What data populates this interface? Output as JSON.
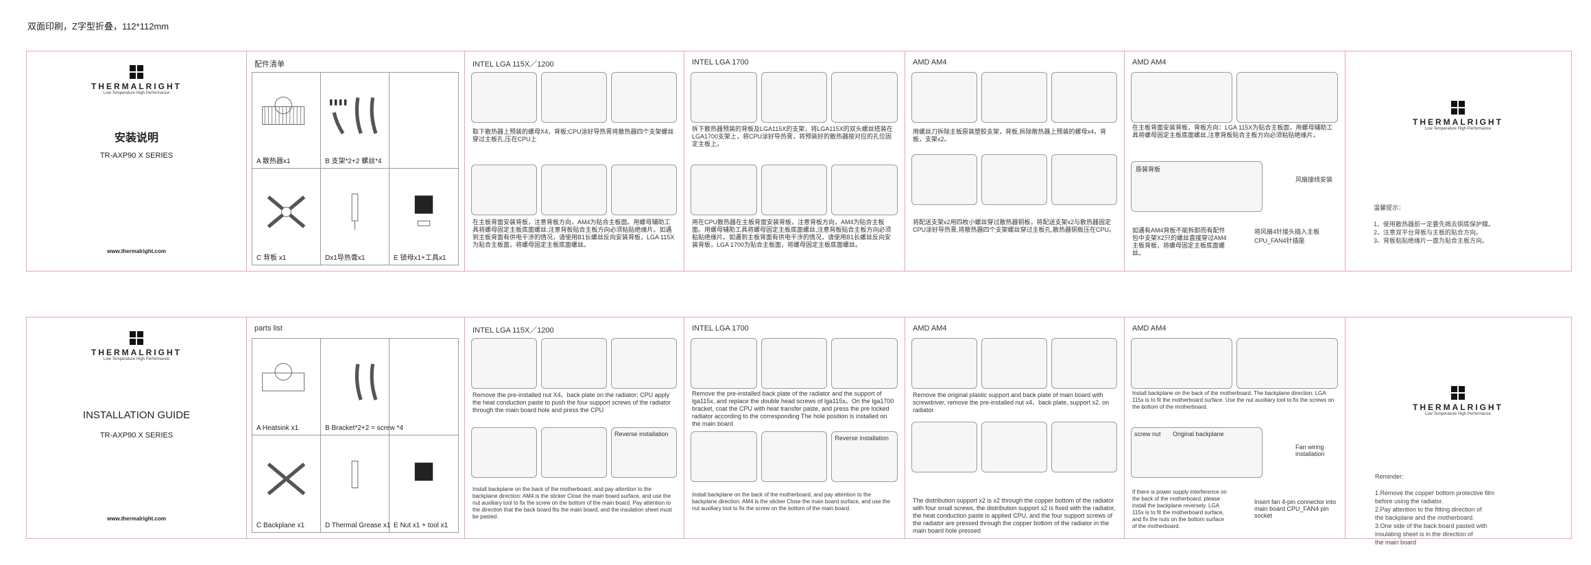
{
  "header_note": "双面印刷，Z字型折叠，112*112mm",
  "brand": {
    "word": "THERMALRIGHT",
    "tagline": "Low Temperature High Performance",
    "site": "www.thermalright.com"
  },
  "top": {
    "title": "安装说明",
    "series": "TR-AXP90 X SERIES",
    "parts_title": "配件清单",
    "parts": [
      "A  散热器x1",
      "B  支架*2+2  螺丝*4",
      "C  背板 x1",
      "Dx1导热膏x1",
      "E 锁母x1+工具x1"
    ],
    "intel115": {
      "title": "INTEL LGA 115X／1200",
      "text1": "取下散热器上预装的螺母X4，背板;CPU涂好导热膏将散热器四个支架螺丝穿过主板孔,压在CPU上",
      "text2": "在主板背面安装背板，注意背板方向，AM4为贴合主板面。用螺母辅助工具将螺母固定主板底面螺丝,注意背板贴合主板方向必须粘贴绝缘片。如遇到主板背面有供电干涉的情况，请使用B1长螺丝反向安装背板，LGA 115X为贴合主板面，将螺母固定主板底面螺丝。"
    },
    "intel1700": {
      "title": "INTEL LGA 1700",
      "text1": "拆下散热器预装的背板及LGA115X的支架，将LGA115X的双头螺丝搭装在LGA1700支架上，将CPU涂好导热膏，将预装好的散热器按对应的孔位固定主板上。",
      "text2": "用在CPU散热器在主板背面安装背板，注意背板方向，AM4为贴合主板面。用螺母辅助工具将螺母固定主板底面螺丝,注意背板贴合主板方向必须粘贴绝缘片。如遇到主板背面有供电干涉的情况，请使用B1长螺丝反向安装背板，LGA 1700为贴合主板面，将螺母固定主板底面螺丝。"
    },
    "am4a": {
      "title": "AMD AM4",
      "text1": "用螺丝刀拆除主板原装塑胶支架，背板,拆除散热器上预装的螺母x4，背板，支架x2。",
      "text2": "将配送支架x2用四枚小螺丝穿过散热器铜板，将配送支架x2与散热器固定CPU涂好导热膏,将散热器四个支架螺丝穿过主板孔,散热器铜板压在CPU。"
    },
    "am4b": {
      "title": "AMD AM4",
      "text1": "在主板背面安装背板，背板方向：LGA 115X为贴合主板面，用螺母辅助工具将螺母固定主板底面螺丝,注意背板贴合主板方向必须粘贴绝缘片。",
      "text2": "如遇有AM4背板不能拆卸而有配件包中支架X2只的螺丝直接穿过AM4主板背板，将螺母固定主板底面螺丝。",
      "fan": "将风扇4针接头插入主板CPU_FAN4针插座",
      "fan_label": "风扇接线安装",
      "orig_backplate": "原装背板"
    },
    "warm": {
      "heading": "温馨提示：",
      "items": "1、使用散热器前一定要先揭去铜底保护膜。\n2、注意双平台背板与主板的贴合方向。\n3、背板粘贴绝缘片一面为贴合主板方向。"
    }
  },
  "bottom": {
    "title": "INSTALLATION GUIDE",
    "series": "TR-AXP90 X SERIES",
    "parts_title": "parts list",
    "parts": [
      "A  Heatsink x1",
      "B  Bracket*2+2 = screw *4",
      "C  Backplane x1",
      "D  Thermal Grease x1",
      "E  Nut x1 + tool x1"
    ],
    "intel115": {
      "title": "INTEL LGA 115X／1200",
      "text1": "Remove the pre-installed nut X4、back plate on the radiator; CPU apply the heat conduction paste to push the four support screws of the radiator through the main board hole and press the CPU",
      "text2": "Install backplane on the back of the motherboard, and pay attention to the backplane direction: AM4 is the sticker Close the main board surface, and use the nut auxiliary tool to fix the screw on the bottom of the main board. Pay attention to the direction that the back board fits the main board, and the insulation sheet must be pasted.",
      "reverse": "Reverse installation"
    },
    "intel1700": {
      "title": "INTEL LGA 1700",
      "text1": "Remove the pre-installed back plate of the radiator and the support of lga115x, and replace the double head screws of lga115x。On the lga1700 bracket, coat the CPU with heat transfer paste, and press the pre locked radiator according to the corresponding The hole position is installed on the main board",
      "text2": "Install backplane on the back of the motherboard, and pay attention to the backplane direction: AM4 is the sticker Close the main board surface, and use the nut auxiliary tool to fix the screw on the bottom of the main board.",
      "reverse": "Reverse installation"
    },
    "am4a": {
      "title": "AMD AM4",
      "text1": "Remove the original plastic support and back plate of main board with screwdriver, remove the pre-installed nut x4、back plate, support x2. on radiator",
      "text2": "The distribution support x2 is x2 through the copper bottom of the radiator with four small screws, the distribution support x2 is fixed with the radiator, the heat conduction paste is applied CPU, and the four support screws of the radiator are pressed through the copper bottom of the radiator in the main board hole pressed"
    },
    "am4b": {
      "title": "AMD AM4",
      "text1": "Install backplane on the back of the motherboard. The backplane direction: LGA 115x is to fit the motherboard surface. Use the nut auxiliary tool to fix the screws on the bottom of the motherboard.",
      "text2": "If there is power supply interference on the back of the motherboard, please install the backplane reversely. LGA 115x is to fit the motherboard surface, and fix the nuts on the bottom surface of the motherboard.",
      "fan": "Insert fan 4-pin connector into main board CPU_FAN4 pin socket",
      "fan_label": "Fan wiring installation",
      "orig_backplate": "Original backplane",
      "screw_nut": "screw nut"
    },
    "warm": {
      "heading": "Reminder:",
      "items": "1.Remove the copper bottom protective film\n   before using the radiator.\n2.Pay attention to the fitting direction of\n   the backplane and the motherboard.\n3.One side of the back board pasted with\n   insulating sheet is in the direction of\n   the main board"
    }
  }
}
